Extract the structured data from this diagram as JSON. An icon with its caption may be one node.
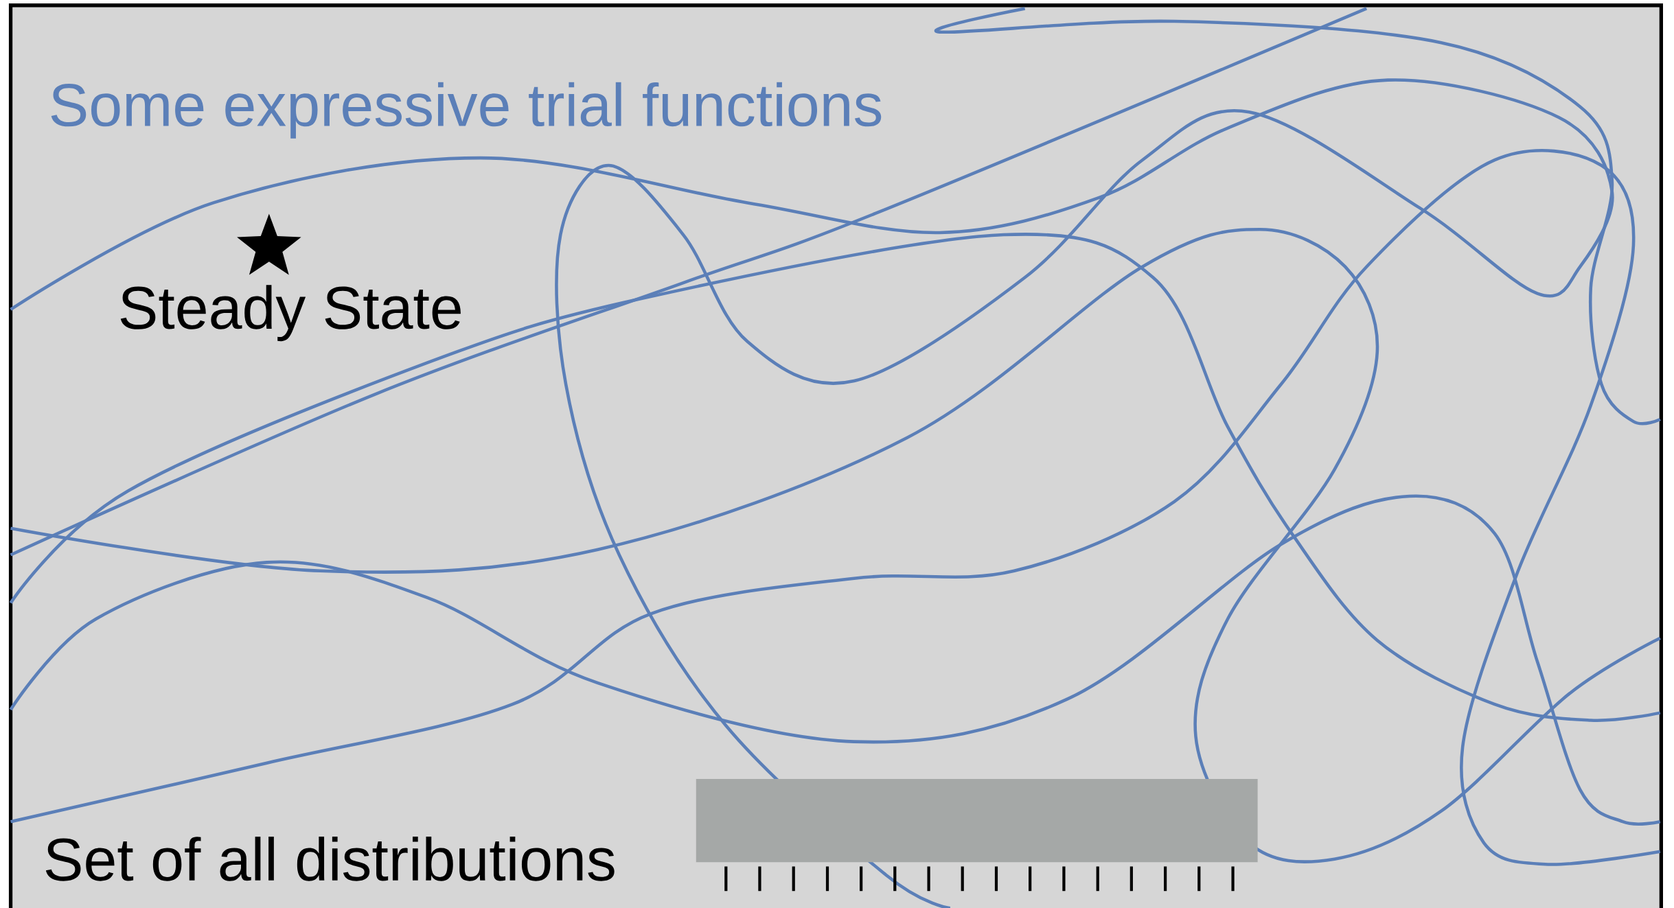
{
  "diagram": {
    "nodes": [
      {
        "text": [],
        "shape": "star"
      },
      {
        "text": [],
        "shape": "bar"
      }
    ],
    "labels": [
      "Some expressive trial functions",
      "Steady State",
      "Set of all distributions"
    ]
  }
}
